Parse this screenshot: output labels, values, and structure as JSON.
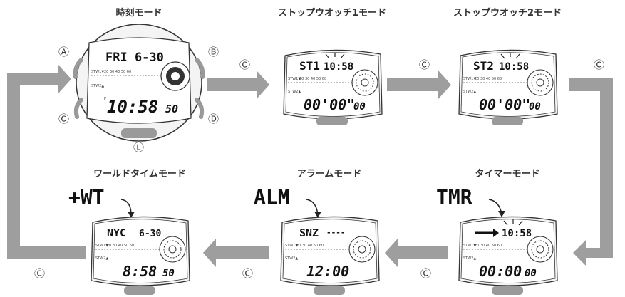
{
  "modes": {
    "timekeeping": {
      "title": "時刻モード",
      "top": "FRI 6-30",
      "bottom": "10:58",
      "bottom_small": "50",
      "pm": "P",
      "stw1": "STW1▼",
      "stw2": "STW2▲",
      "ticks": "20 30 40 50 60"
    },
    "stopwatch1": {
      "title": "ストップウオッチ1モード",
      "top": "ST1",
      "top_blink": "10:58",
      "bottom": "00'00\"",
      "bottom_small": "00",
      "stw1": "STW1▼",
      "stw2": "STW2▲",
      "ticks": "20 30 40 50 60"
    },
    "stopwatch2": {
      "title": "ストップウオッチ2モード",
      "top": "ST2",
      "top_blink": "10:58",
      "bottom": "00'00\"",
      "bottom_small": "00",
      "stw1": "STW1▼",
      "stw2": "STW2▲",
      "ticks": "20 30 40 50 60"
    },
    "timer": {
      "title": "タイマーモード",
      "callout": "TMR",
      "top_blink": "10:58",
      "bottom": "00:00",
      "bottom_small": "00",
      "stw1": "STW1▼",
      "stw2": "STW2▲",
      "ticks": "20 30 40 50 60"
    },
    "alarm": {
      "title": "アラームモード",
      "callout": "ALM",
      "top": "SNZ",
      "top_dashes": "----",
      "bottom": "12:00",
      "stw1": "STW1▼",
      "stw2": "STW2▲",
      "ticks": "20 30 40 50 60"
    },
    "world_time": {
      "title": "ワールドタイムモード",
      "callout": "+WT",
      "top": "NYC",
      "top_right": "6-30",
      "bottom": "8:58",
      "bottom_small": "50",
      "stw1": "STW1▼",
      "stw2": "STW2▲",
      "ticks": "20 30 40 50 60"
    }
  },
  "buttons": {
    "a": "Ⓐ",
    "b": "Ⓑ",
    "c": "Ⓒ",
    "d": "Ⓓ",
    "l": "Ⓛ"
  },
  "transition_label": "Ⓒ"
}
